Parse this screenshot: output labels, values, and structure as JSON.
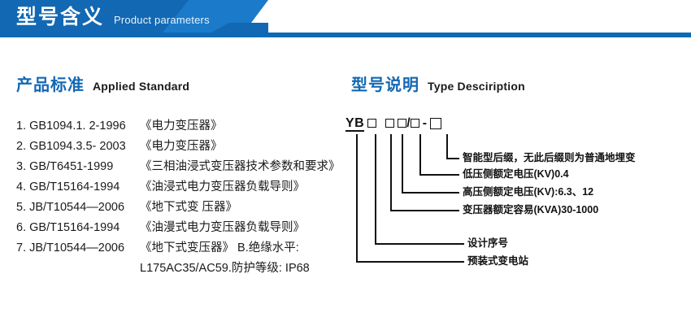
{
  "banner": {
    "title_cn": "型号含义",
    "title_en": "Product parameters",
    "color_dark": "#1268b3",
    "color_light": "#1b7ac9",
    "color_rule": "#0e69b5"
  },
  "left_section": {
    "heading_cn": "产品标准",
    "heading_en": "Applied Standard",
    "accent_color": "#1268b3",
    "items": [
      {
        "index": "1.",
        "code": "GB1094.1. 2-1996",
        "name": "《电力变压器》"
      },
      {
        "index": "2.",
        "code": "GB1094.3.5- 2003",
        "name": "《电力变压器》"
      },
      {
        "index": "3.",
        "code": "GB/T6451-1999",
        "name": "《三相油浸式变压器技术参数和要求》"
      },
      {
        "index": "4.",
        "code": "GB/T15164-1994",
        "name": "《油浸式电力变压器负载导则》"
      },
      {
        "index": "5.",
        "code": "JB/T10544—2006",
        "name": "《地下式变 压器》"
      },
      {
        "index": "6.",
        "code": "GB/T15164-1994",
        "name": "《油漫式电力变压器负载导则》"
      },
      {
        "index": "7.",
        "code": "JB/T10544—2006",
        "name": "《地下式变压器》 B.绝缘水平:"
      }
    ],
    "continuation": "L175AC35/AC59.防护等级: IP68"
  },
  "right_section": {
    "heading_cn": "型号说明",
    "heading_en": "Type Desciription",
    "accent_color": "#1268b3",
    "symbol": {
      "prefix": "YB",
      "slash": "/",
      "dash": "-",
      "boxes": [
        "box-sm",
        "box-sm",
        "box-sm",
        "box-sm",
        "box-lg"
      ]
    },
    "callouts": [
      {
        "id": "intelligent-suffix",
        "label": "智能型后缀，无此后缀则为普通地埋变"
      },
      {
        "id": "lv-rated-voltage",
        "label": "低压侧额定电压(KV)0.4"
      },
      {
        "id": "hv-rated-voltage",
        "label": "高压侧额定电压(KV):6.3、12"
      },
      {
        "id": "rated-capacity",
        "label": "变压器额定容易(KVA)30-1000"
      },
      {
        "id": "design-serial",
        "label": "设计序号"
      },
      {
        "id": "prefab-substation",
        "label": "预装式变电站"
      }
    ]
  }
}
